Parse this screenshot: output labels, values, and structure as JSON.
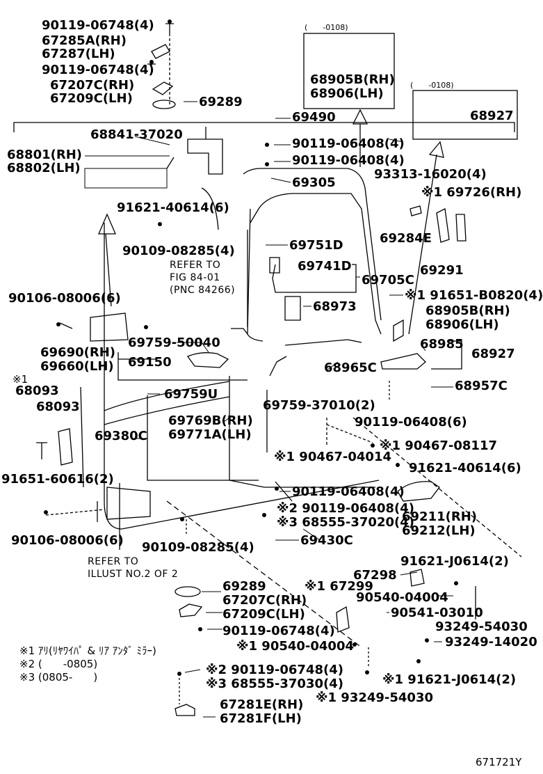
{
  "notes": [
    "※1 ｱﾘ(ﾘﾔﾜｲﾊﾟ & ﾘｱ ｱﾝﾀﾞ ﾐﾗｰ)",
    "※2 (　　-0805)",
    "※3 (0805-　　)"
  ],
  "figure_id": "671721Y",
  "inset_left_range": "(　　-0108)",
  "inset_right_range": "(　　-0108)",
  "labels": {
    "p9011906748_top": "90119-06748(4)",
    "p67285A": "67285A(RH)",
    "p67287": "67287(LH)",
    "p9011906748_top2": "90119-06748(4)",
    "p67207C_top": "67207C(RH)",
    "p67209C_top": "67209C(LH)",
    "p69289_top": "69289",
    "p6884137020": "68841-37020",
    "p68801": "68801(RH)",
    "p68802": "68802(LH)",
    "p9162140614_left": "91621-40614(6)",
    "p9010908285_top": "90109-08285(4)",
    "refer1": "REFER TO",
    "refer2": "FIG 84-01",
    "refer3": "(PNC 84266)",
    "p9010608006_top": "90106-08006(6)",
    "p6975950040": "69759-50040",
    "p69690": "69690(RH)",
    "p69660": "69660(LH)",
    "p69150": "69150",
    "mark1": "※1",
    "p68093_a": "68093",
    "p68093_b": "68093",
    "p69759U": "69759U",
    "p69769B": "69769B(RH)",
    "p69771A": "69771A(LH)",
    "p69380C": "69380C",
    "p9165160616": "91651-60616(2)",
    "p9010608006_bot": "90106-08006(6)",
    "p9010908285_bot": "90109-08285(4)",
    "refer4": "REFER TO",
    "refer5": "ILLUST NO.2 OF 2",
    "p68905B_inset": "68905B(RH)",
    "p68906_inset": "68906(LH)",
    "p69490": "69490",
    "p9011906408_a": "90119-06408(4)",
    "p9011906408_b": "90119-06408(4)",
    "p68927_inset": "68927",
    "p9331316020": "93313-16020(4)",
    "p69726": "※1 69726(RH)",
    "p69305": "69305",
    "p69284E": "69284E",
    "p69751D": "69751D",
    "p69741D": "69741D",
    "p69291": "69291",
    "p69705C": "69705C",
    "p91651B0820": "※1 91651-B0820(4)",
    "p68973": "68973",
    "p68905B": "68905B(RH)",
    "p68906": "68906(LH)",
    "p68985": "68985",
    "p68927": "68927",
    "p68965C": "68965C",
    "p6975937010": "69759-37010(2)",
    "p68957C": "68957C",
    "p9011906408_c": "90119-06408(6)",
    "p9046708117": "※1 90467-08117",
    "p9046704014": "※1 90467-04014",
    "p9162140614_r": "91621-40614(6)",
    "p9011906408_d": "90119-06408(4)",
    "p9011906408_e": "※2 90119-06408(4)",
    "p6855537020": "※3 68555-37020(4)",
    "p69211": "69211(RH)",
    "p69212": "69212(LH)",
    "p69430C": "69430C",
    "p91621J0614_top": "91621-J0614(2)",
    "p67298": "67298",
    "p67299": "※1 67299",
    "p69289_bot": "69289",
    "p9054004004_r": "90540-04004",
    "p67207C_bot": "67207C(RH)",
    "p9054103010": "90541-03010",
    "p67209C_bot": "67209C(LH)",
    "p9324954030_r": "93249-54030",
    "p9011906748_bot": "90119-06748(4)",
    "p9324914020": "93249-14020",
    "p9054004004_l": "※1 90540-04004",
    "p9011906748_bot2": "※2 90119-06748(4)",
    "p6855537030": "※3 68555-37030(4)",
    "p91621J0614_bot": "※1 91621-J0614(2)",
    "p9324954030_b": "※1 93249-54030",
    "p67281E": "67281E(RH)",
    "p67281F": "67281F(LH)"
  }
}
